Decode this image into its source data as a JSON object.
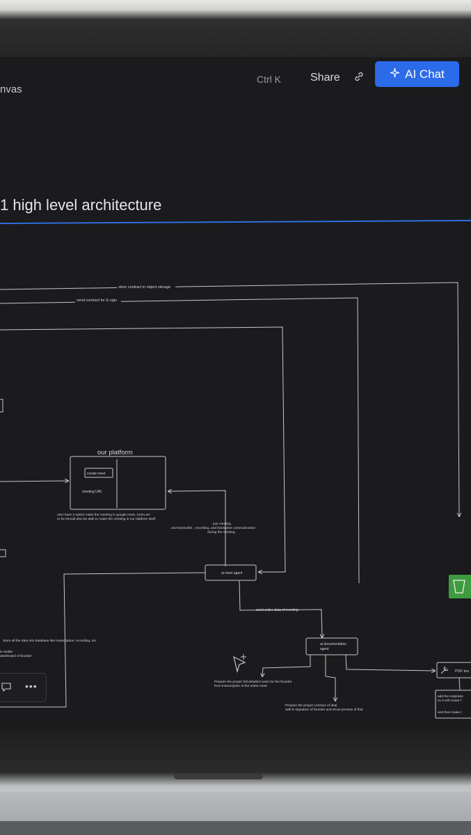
{
  "topbar": {
    "canvas_label": "nvas",
    "shortcut": "Ctrl K",
    "share_label": "Share",
    "ai_chat_label": "AI Chat"
  },
  "page_title": "1 high level architecture",
  "diagram": {
    "arrow_store": "store contract in object storage",
    "arrow_send_esign": "send contract for E-sign",
    "platform_title": "our platform",
    "create_meet": "create meet",
    "meeting_url": "meeting URL",
    "platform_note_1": "user have 2 option make the meeting in google meet, zoom,etc",
    "platform_note_2": "or he should also be able to make the meeting in our platform itself",
    "join_1": "join meeting",
    "join_2": "and transcribe , recording, and live/active communication",
    "join_3": "during the meeting",
    "ai_meet_agent": "ai meet agent",
    "send_data": "send entire data of meeting",
    "ai_doc_agent_1": "ai documentation",
    "ai_doc_agent_2": "agent",
    "store_db": "Store all the data into database like   transcription, recording, etc",
    "visible_1": "is visible",
    "visible_2": "dashboard of founder",
    "notes_1": "Prepare the proper full detailed notes for the founder",
    "notes_2": "from transcription of the entire meet",
    "contract_1": "Prepare the proper contract of deal",
    "contract_2": "with E-signature of founder and show preview of that",
    "pdf_tool": "PDF too",
    "right_note_1": "add the inspiratio",
    "right_note_2": "so it will create f",
    "right_note_3": "and then make t"
  },
  "colors": {
    "accent": "#2b6ae8",
    "canvas_bg": "#1b1a1c",
    "bucket_green": "#3f9b3f"
  }
}
